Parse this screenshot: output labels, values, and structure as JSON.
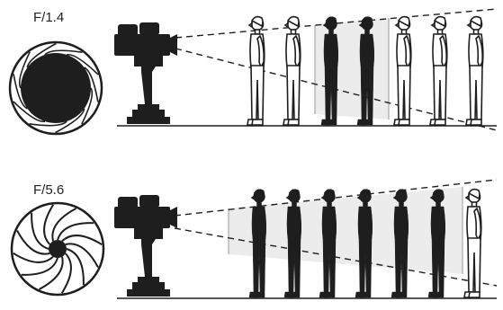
{
  "panels": [
    {
      "fstop_label": "F/1.4",
      "aperture": "wide-open",
      "figures": [
        "light",
        "light",
        "dark",
        "dark",
        "light",
        "light",
        "light"
      ],
      "in_focus_band": [
        2,
        3
      ]
    },
    {
      "fstop_label": "F/5.6",
      "aperture": "stopped-down",
      "figures": [
        "dark",
        "dark",
        "dark",
        "dark",
        "dark",
        "dark",
        "light"
      ],
      "in_focus_band": [
        0,
        5
      ]
    }
  ],
  "colors": {
    "ink": "#1e1e1e",
    "focus_band": "#e9e9e9",
    "paper": "#ffffff"
  },
  "icons": [
    "aperture-diaphragm-icon",
    "film-camera-icon",
    "standing-person-icon"
  ]
}
